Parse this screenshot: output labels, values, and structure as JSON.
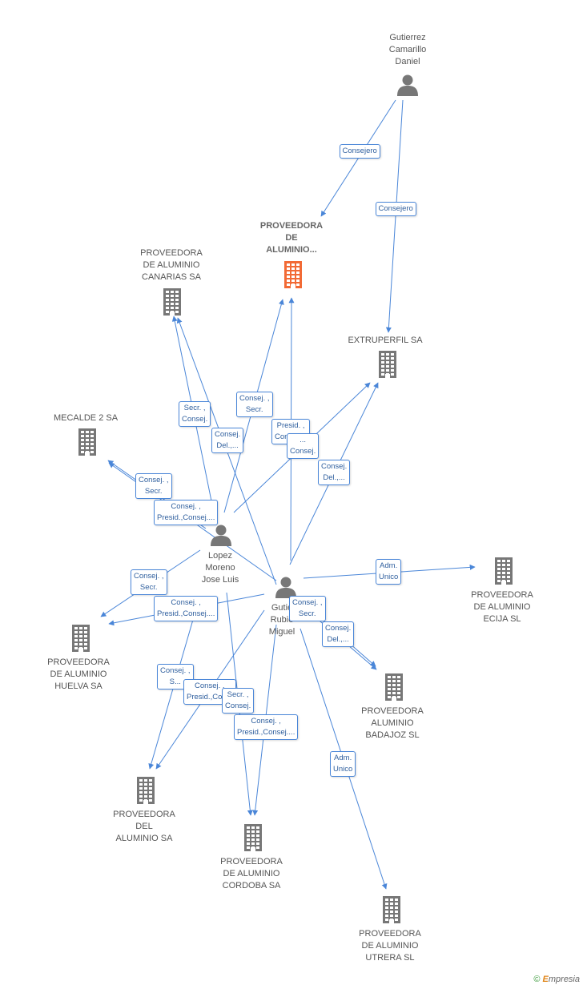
{
  "colors": {
    "edge": "#4a86d8",
    "company": "#777777",
    "focus": "#f26a35",
    "person": "#777777"
  },
  "nodes": {
    "gutierrez_daniel": {
      "type": "person",
      "lines": [
        "Gutierrez",
        "Camarillo",
        "Daniel"
      ]
    },
    "focus": {
      "type": "focus",
      "lines": [
        "PROVEEDORA",
        "DE",
        "ALUMINIO..."
      ]
    },
    "canarias": {
      "type": "company",
      "lines": [
        "PROVEEDORA",
        "DE ALUMINIO",
        "CANARIAS SA"
      ]
    },
    "extruperfil": {
      "type": "company",
      "lines": [
        "EXTRUPERFIL SA"
      ]
    },
    "mecalde": {
      "type": "company",
      "lines": [
        "MECALDE 2 SA"
      ]
    },
    "lopez": {
      "type": "person",
      "lines": [
        "Lopez",
        "Moreno",
        "Jose Luis"
      ]
    },
    "gutierrez_miguel": {
      "type": "person",
      "lines": [
        "Gutie",
        "Rubio",
        "Miguel"
      ]
    },
    "ecija": {
      "type": "company",
      "lines": [
        "PROVEEDORA",
        "DE ALUMINIO",
        "ECIJA SL"
      ]
    },
    "huelva": {
      "type": "company",
      "lines": [
        "PROVEEDORA",
        "DE ALUMINIO",
        "HUELVA SA"
      ]
    },
    "badajoz": {
      "type": "company",
      "lines": [
        "PROVEEDORA",
        "ALUMINIO",
        "BADAJOZ SL"
      ]
    },
    "del_aluminio": {
      "type": "company",
      "lines": [
        "PROVEEDORA",
        "DEL",
        "ALUMINIO SA"
      ]
    },
    "cordoba": {
      "type": "company",
      "lines": [
        "PROVEEDORA",
        "DE ALUMINIO",
        "CORDOBA SA"
      ]
    },
    "utrera": {
      "type": "company",
      "lines": [
        "PROVEEDORA",
        "DE ALUMINIO",
        "UTRERA SL"
      ]
    }
  },
  "edge_labels": [
    {
      "from": "gutierrez_daniel",
      "to": "focus",
      "lines": [
        "Consejero"
      ]
    },
    {
      "from": "gutierrez_daniel",
      "to": "extruperfil",
      "lines": [
        "Consejero"
      ]
    },
    {
      "from": "lopez",
      "to": "canarias",
      "lines": [
        "Secr. ,",
        "Consej."
      ]
    },
    {
      "from": "gutierrez_miguel",
      "to": "canarias",
      "lines": [
        "Consej.",
        "Del.,..."
      ]
    },
    {
      "from": "lopez",
      "to": "focus",
      "lines": [
        "Consej. ,",
        "Secr."
      ]
    },
    {
      "from": "gutierrez_miguel",
      "to": "focus",
      "lines": [
        "Presid. ,",
        "Consej...."
      ]
    },
    {
      "from": "lopez",
      "to": "extruperfil",
      "lines": [
        "...",
        "Consej."
      ]
    },
    {
      "from": "gutierrez_miguel",
      "to": "extruperfil",
      "lines": [
        "Consej.",
        "Del.,..."
      ]
    },
    {
      "from": "lopez",
      "to": "mecalde",
      "lines": [
        "Consej. ,",
        "Secr."
      ]
    },
    {
      "from": "gutierrez_miguel",
      "to": "mecalde",
      "lines": [
        "Consej. ,",
        "Presid.,Consej...."
      ]
    },
    {
      "from": "gutierrez_miguel",
      "to": "ecija",
      "lines": [
        "Adm.",
        "Unico"
      ]
    },
    {
      "from": "lopez",
      "to": "huelva",
      "lines": [
        "Consej. ,",
        "Secr."
      ]
    },
    {
      "from": "gutierrez_miguel",
      "to": "huelva",
      "lines": [
        "Consej. ,",
        "Presid.,Consej...."
      ]
    },
    {
      "from": "lopez",
      "to": "badajoz",
      "lines": [
        "Consej. ,",
        "Secr."
      ]
    },
    {
      "from": "gutierrez_miguel",
      "to": "badajoz",
      "lines": [
        "Consej.",
        "Del.,..."
      ]
    },
    {
      "from": "lopez",
      "to": "del_aluminio",
      "lines": [
        "Consej. ,",
        "S..."
      ]
    },
    {
      "from": "gutierrez_miguel",
      "to": "del_aluminio",
      "lines": [
        "Consej. ,",
        "Presid.,Con..."
      ]
    },
    {
      "from": "lopez",
      "to": "cordoba",
      "lines": [
        "Secr. ,",
        "Consej."
      ]
    },
    {
      "from": "gutierrez_miguel",
      "to": "cordoba",
      "lines": [
        "Consej. ,",
        "Presid.,Consej...."
      ]
    },
    {
      "from": "gutierrez_miguel",
      "to": "utrera",
      "lines": [
        "Adm.",
        "Unico"
      ]
    }
  ],
  "footer": {
    "copyright": "©",
    "brand_e": "E",
    "brand_rest": "mpresia"
  }
}
